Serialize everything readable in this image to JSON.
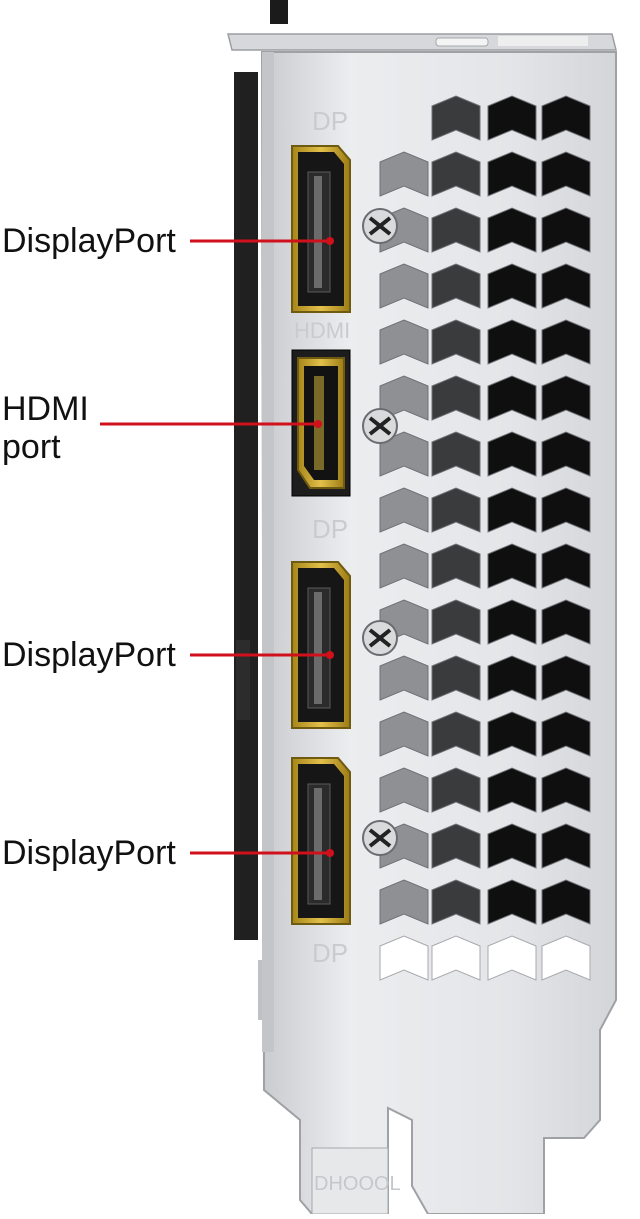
{
  "image": {
    "description_type": "graphics card rear bracket with labeled output ports",
    "colors": {
      "background": "#ffffff",
      "bracket": "#e2e3e5",
      "bracket_shadow": "#b9bbbf",
      "vent_dark": "#101010",
      "port_gold": "#c9a227",
      "port_body": "#1a1a1a",
      "leader_line": "#d0101a",
      "label_text": "#111111"
    }
  },
  "bracket_markings": [
    "DP",
    "HDMI",
    "DP",
    "DP",
    "DHOOOL"
  ],
  "callouts": [
    {
      "label": "DisplayPort",
      "port": "displayport"
    },
    {
      "label": "HDMI\nport",
      "port": "hdmi"
    },
    {
      "label": "DisplayPort",
      "port": "displayport"
    },
    {
      "label": "DisplayPort",
      "port": "displayport"
    }
  ]
}
